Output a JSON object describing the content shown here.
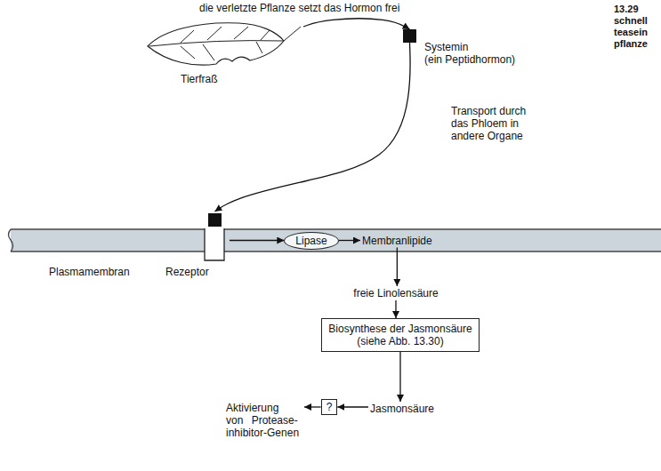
{
  "diagram": {
    "nodes": [
      {
        "text": [
          "Tierfraß"
        ]
      },
      {
        "text": [
          "Systemin",
          "(ein Peptidhormon)"
        ]
      },
      {
        "text": [
          "Plasmamembran"
        ]
      },
      {
        "text": [
          "Rezeptor"
        ],
        "in": 2
      },
      {
        "text": [
          "Lipase"
        ],
        "in": 2
      },
      {
        "text": [
          "Membranlipide"
        ],
        "in": 2
      },
      {
        "text": [
          "freie Linolensäure"
        ]
      },
      {
        "text": [
          "Biosynthese der Jasmonsäure",
          "(siehe Abb. 13.30)"
        ]
      },
      {
        "text": [
          "Jasmonsäure"
        ]
      },
      {
        "text": [
          "?"
        ]
      },
      {
        "text": [
          "Aktivierung von Protease-inhibitor-Genen"
        ]
      }
    ],
    "edges": [
      {
        "from": 0,
        "to": 1,
        "arrow": "to",
        "label": "die verletzte Pflanze setzt das Hormon frei"
      },
      {
        "from": 1,
        "to": 3,
        "arrow": "to",
        "label": "Transport durch das Phloem in andere Organe"
      },
      {
        "from": 3,
        "to": 4,
        "arrow": "to"
      },
      {
        "from": 4,
        "to": 5,
        "arrow": "to"
      },
      {
        "from": 5,
        "to": 6,
        "arrow": "to"
      },
      {
        "from": 6,
        "to": 7,
        "arrow": "to"
      },
      {
        "from": 7,
        "to": 8,
        "arrow": "to"
      },
      {
        "from": 8,
        "to": 9,
        "arrow": "to"
      },
      {
        "from": 9,
        "to": 10,
        "arrow": "to"
      }
    ],
    "labels": [
      "13.29",
      "schnell",
      "teasein",
      "pflanze"
    ]
  }
}
